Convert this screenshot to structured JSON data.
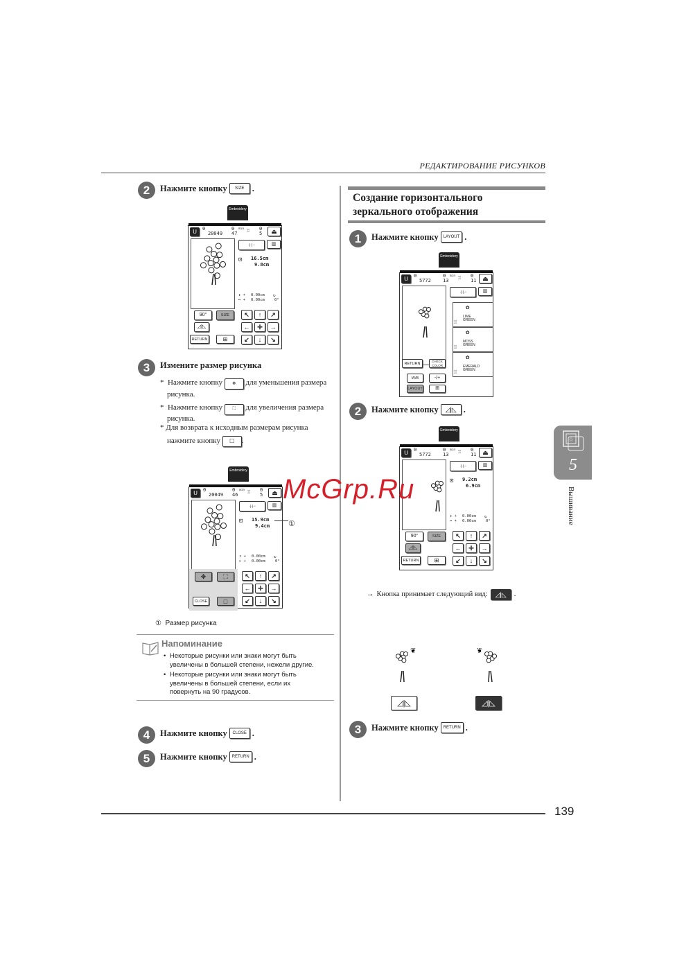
{
  "header": {
    "section_title": "РЕДАКТИРОВАНИЕ РИСУНКОВ"
  },
  "page_number": "139",
  "side_tab": {
    "chapter": "5",
    "label": "Вышивание"
  },
  "watermark": "McGrp.Ru",
  "left": {
    "step2": {
      "num": "2",
      "text": "Нажмите кнопку",
      "button": "SIZE",
      "end": "."
    },
    "step3": {
      "num": "3",
      "title": "Измените размер рисунка",
      "bullets": [
        {
          "pre": "Нажмите кнопку",
          "icon": "✥",
          "post": "для уменьшения размера",
          "cont": "рисунка."
        },
        {
          "pre": "Нажмите кнопку",
          "icon": "⛶",
          "post": "для увеличения размера",
          "cont": "рисунка."
        },
        {
          "pre": "Для возврата к исходным размерам рисунка",
          "cont": "нажмите кнопку",
          "icon": "□",
          "post": "."
        }
      ]
    },
    "callout": {
      "mark": "①",
      "caption": "Размер рисунка"
    },
    "memo": {
      "title": "Напоминание",
      "items": [
        [
          "Некоторые рисунки или знаки могут быть",
          "увеличены в большей степени, нежели другие."
        ],
        [
          "Некоторые рисунки или знаки могут быть",
          "увеличены в большей степени, если их",
          "повернуть на 90 градусов."
        ]
      ]
    },
    "step4": {
      "num": "4",
      "text": "Нажмите кнопку",
      "button": "CLOSE",
      "end": "."
    },
    "step5": {
      "num": "5",
      "text": "Нажмите кнопку",
      "button": "RETURN",
      "end": "."
    }
  },
  "right": {
    "heading": [
      "Создание горизонтального",
      "зеркального отображения"
    ],
    "step1": {
      "num": "1",
      "text": "Нажмите кнопку",
      "button": "LAYOUT",
      "end": "."
    },
    "step2": {
      "num": "2",
      "text": "Нажмите кнопку",
      "button": "◿|◺",
      "end": "."
    },
    "result": {
      "arrow": "→",
      "text": "Кнопка принимает следующий вид:",
      "button": "◿|◺",
      "end": "."
    },
    "mirror_buttons": [
      "◿|◺",
      "◿|◺"
    ],
    "step3": {
      "num": "3",
      "text": "Нажмите кнопку",
      "button": "RETURN",
      "end": "."
    }
  },
  "screens": [
    {
      "tab": "Embroidery",
      "stitch_cur": "0",
      "stitch_total": "20049",
      "time_cur": "0",
      "time_total": "47",
      "time_unit": "min",
      "color_cur": "0",
      "color_total": "5",
      "size_h": "16.5cm",
      "size_w": "9.8cm",
      "pos_v": "0.00cm",
      "pos_h": "0.00cm",
      "angle": "0°",
      "buttons": {
        "rotate": "90°",
        "size": "SIZE",
        "mirror": "◿|◺",
        "return": "RETURN",
        "frame": "⊞"
      }
    },
    {
      "tab": "Embroidery",
      "stitch_cur": "0",
      "stitch_total": "20049",
      "time_cur": "0",
      "time_total": "46",
      "time_unit": "min",
      "color_cur": "0",
      "color_total": "5",
      "size_h": "15.9cm",
      "size_w": "9.4cm",
      "pos_v": "0.00cm",
      "pos_h": "0.00cm",
      "angle": "0°",
      "buttons": {
        "shrink": "✥",
        "enlarge": "⛶",
        "close": "CLOSE",
        "reset": "□"
      }
    },
    {
      "tab": "Embroidery",
      "stitch_cur": "0",
      "stitch_total": "5772",
      "time_cur": "0",
      "time_total": "13",
      "time_unit": "min",
      "color_cur": "0",
      "color_total": "11",
      "colors": [
        "LIME GREEN",
        "MOSS GREEN",
        "EMERALD GREEN"
      ],
      "buttons": {
        "return": "RETURN",
        "check_color": "CHECK COLOR",
        "wb": "W/B",
        "density": "-/+",
        "layout": "LAYOUT",
        "frame": "⊞"
      }
    },
    {
      "tab": "Embroidery",
      "stitch_cur": "0",
      "stitch_total": "5772",
      "time_cur": "0",
      "time_total": "13",
      "time_unit": "min",
      "color_cur": "0",
      "color_total": "11",
      "size_h": "9.2cm",
      "size_w": "6.9cm",
      "pos_v": "0.00cm",
      "pos_h": "0.00cm",
      "angle": "0°",
      "buttons": {
        "rotate": "90°",
        "size": "SIZE",
        "mirror": "◿|◺",
        "return": "RETURN",
        "frame": "⊞"
      }
    }
  ],
  "arrows": [
    "↖",
    "↑",
    "↗",
    "←",
    "✛",
    "→",
    "↙",
    "↓",
    "↘"
  ]
}
